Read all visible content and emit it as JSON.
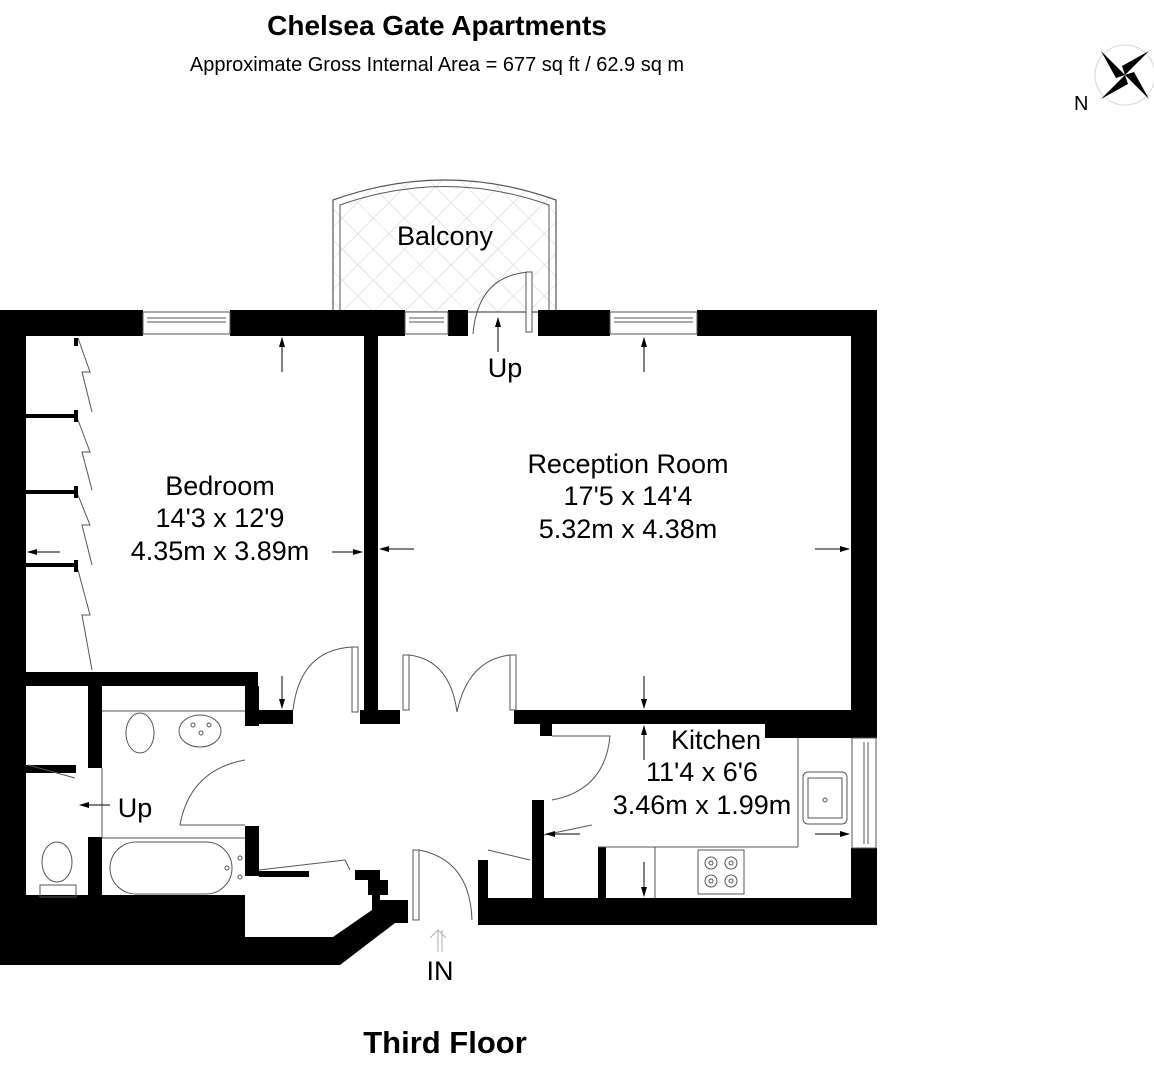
{
  "header": {
    "title": "Chelsea Gate Apartments",
    "subtitle": "Approximate Gross Internal Area = 677 sq ft / 62.9 sq m"
  },
  "compass": {
    "label": "N",
    "icon": "compass-rose-icon"
  },
  "floor": {
    "label": "Third Floor"
  },
  "rooms": {
    "balcony": {
      "name": "Balcony"
    },
    "bedroom": {
      "name": "Bedroom",
      "imperial": "14'3 x 12'9",
      "metric": "4.35m x 3.89m"
    },
    "reception": {
      "name": "Reception Room",
      "imperial": "17'5 x 14'4",
      "metric": "5.32m x 4.38m"
    },
    "kitchen": {
      "name": "Kitchen",
      "imperial": "11'4 x 6'6",
      "metric": "3.46m x 1.99m"
    }
  },
  "annotations": {
    "balcony_step": "Up",
    "wc_step": "Up",
    "entrance": "IN"
  },
  "colors": {
    "wall": "#000000",
    "line": "#555555",
    "hatch": "#c8c8c8",
    "entrance_arrow": "#bbbbbb"
  }
}
